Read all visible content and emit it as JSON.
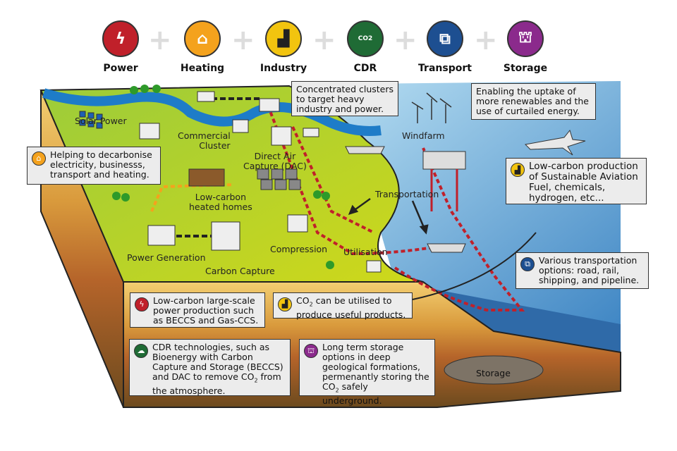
{
  "sectors": [
    {
      "label": "Power",
      "icon": "lightning-icon",
      "color": "#c0202a"
    },
    {
      "label": "Heating",
      "icon": "house-icon",
      "color": "#f4a21d"
    },
    {
      "label": "Industry",
      "icon": "factory-icon",
      "color": "#f2c40f"
    },
    {
      "label": "CDR",
      "icon": "co2-cloud-icon",
      "color": "#1f6b35"
    },
    {
      "label": "Transport",
      "icon": "route-icon",
      "color": "#1d4f91"
    },
    {
      "label": "Storage",
      "icon": "oil-rig-icon",
      "color": "#8b2a8c"
    }
  ],
  "cdr_icon_text": "CO2",
  "map_labels": {
    "solar": "Solar Power",
    "commercial_1": "Commercial",
    "commercial_2": "Cluster",
    "dac_1": "Direct Air",
    "dac_2": "Capture (DAC)",
    "homes_1": "Low-carbon",
    "homes_2": "heated homes",
    "power_generation": "Power Generation",
    "carbon_capture": "Carbon Capture",
    "compression": "Compression",
    "utilisation": "Utilisation",
    "transportation": "Transportation",
    "windfarm": "Windfarm",
    "storage": "Storage"
  },
  "callouts": {
    "clusters": "Concentrated clusters to target heavy industry and power.",
    "renewables": "Enabling the uptake of more renewables and the use of curtailed energy.",
    "heating": "Helping to decarbonise electricity, businesss, transport and heating.",
    "aviation": "Low-carbon production of Sustainable Aviation Fuel, chemicals, hydrogen, etc...",
    "transport": "Various transportation options: road, rail, shipping, and pipeline.",
    "power": "Low-carbon large-scale power production such as BECCS and Gas-CCS.",
    "utilise_pre": "CO",
    "utilise_sub": "2",
    "utilise_post": " can be utilised to produce useful products.",
    "cdr_pre": "CDR technologies, such as Bioenergy with Carbon Capture and Storage (BECCS) and DAC to remove CO",
    "cdr_sub": "2",
    "cdr_post": " from the atmosphere.",
    "storage_pre": "Long term storage options in deep geological formations, permenantly storing the CO",
    "storage_sub": "2",
    "storage_post": " safely underground."
  }
}
